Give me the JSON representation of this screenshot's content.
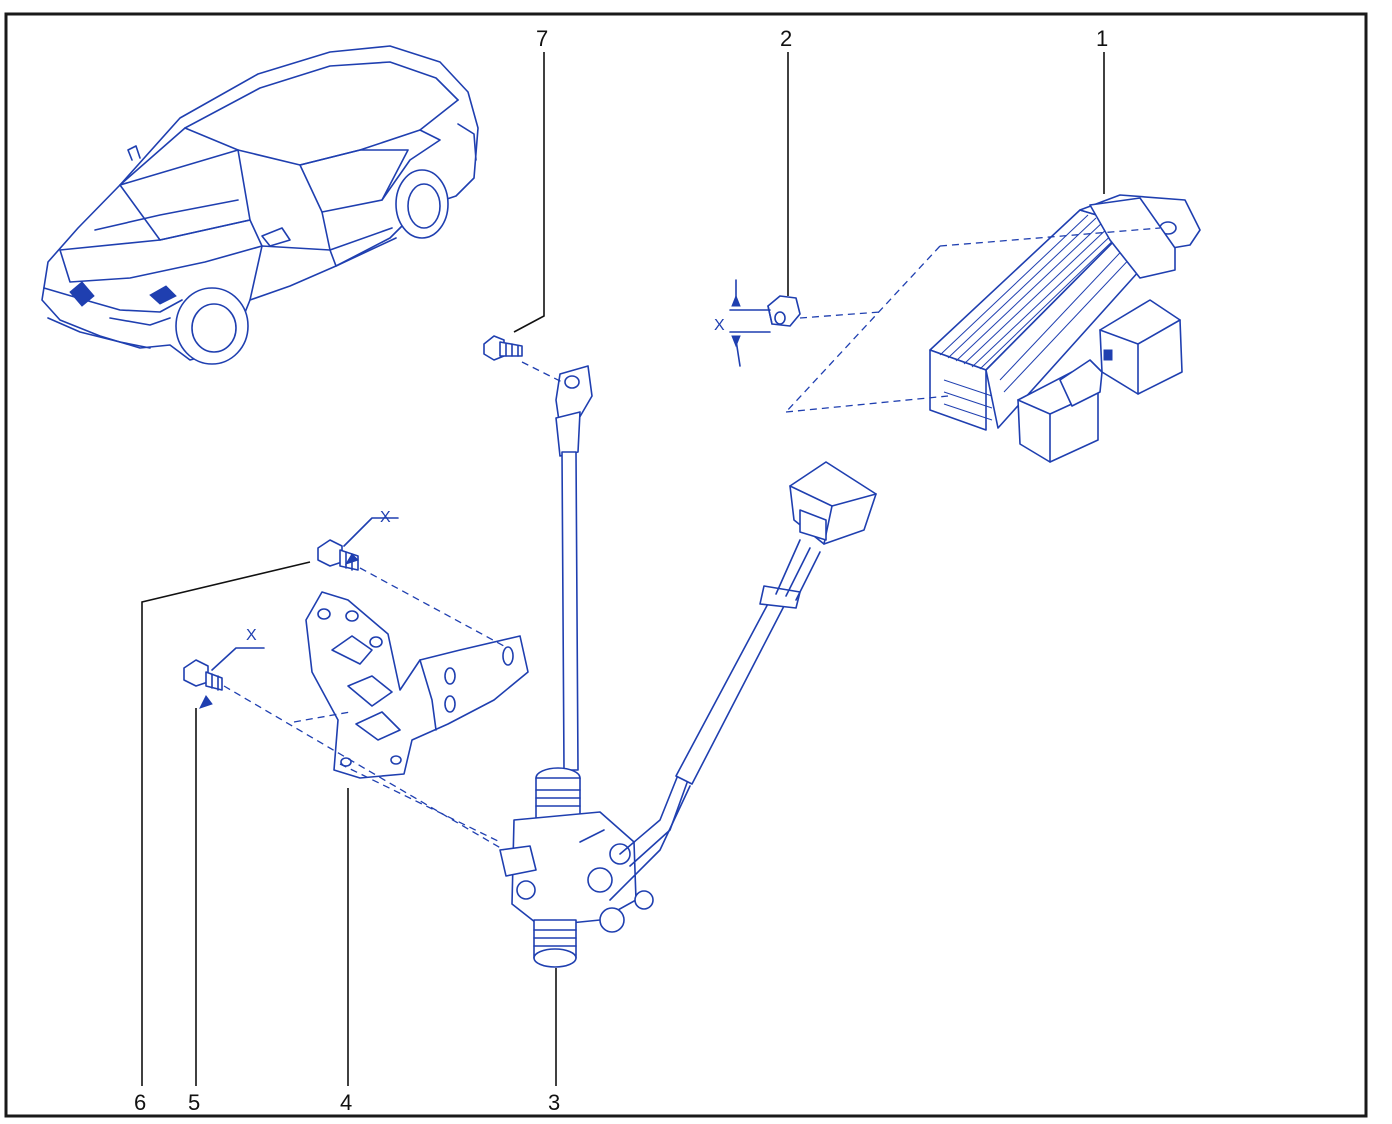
{
  "callouts": {
    "c1": "1",
    "c2": "2",
    "c3": "3",
    "c4": "4",
    "c5": "5",
    "c6": "6",
    "c7": "7"
  },
  "torque_marks": {
    "part2": "X",
    "part5": "X",
    "part6": "X"
  },
  "colors": {
    "line_art": "#1f3fb0",
    "frame": "#1a1a1a",
    "background": "#ffffff"
  }
}
